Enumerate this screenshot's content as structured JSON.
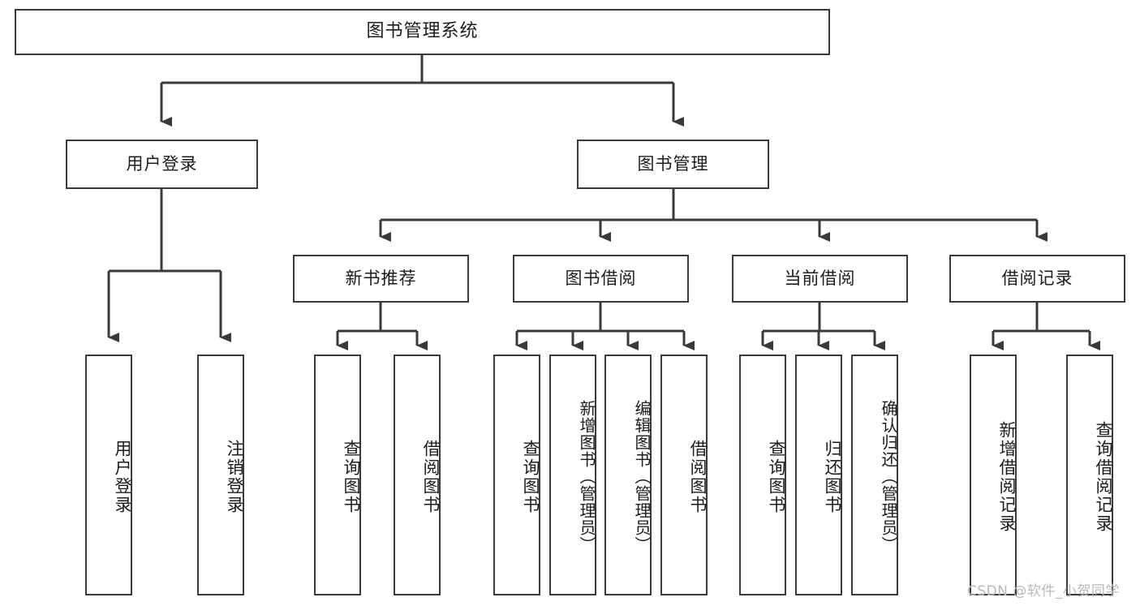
{
  "diagram": {
    "type": "tree-hierarchy-chart",
    "title_node": {
      "id": "root",
      "label": "图书管理系统",
      "orientation": "horizontal"
    },
    "level2": [
      {
        "id": "user-login",
        "label": "用户登录",
        "orientation": "horizontal"
      },
      {
        "id": "book-management",
        "label": "图书管理",
        "orientation": "horizontal"
      }
    ],
    "level3": [
      {
        "id": "new-book-recommend",
        "label": "新书推荐",
        "orientation": "horizontal",
        "parent": "book-management"
      },
      {
        "id": "book-borrow",
        "label": "图书借阅",
        "orientation": "horizontal",
        "parent": "book-management"
      },
      {
        "id": "current-borrow",
        "label": "当前借阅",
        "orientation": "horizontal",
        "parent": "book-management"
      },
      {
        "id": "borrow-record",
        "label": "借阅记录",
        "orientation": "horizontal",
        "parent": "book-management"
      }
    ],
    "leaves": {
      "user_login": [
        {
          "id": "leaf-user-login",
          "label": "用户登录"
        },
        {
          "id": "leaf-logout-login",
          "label": "注销登录"
        }
      ],
      "new_book_recommend": [
        {
          "id": "leaf-query-book-1",
          "label": "查询图书"
        },
        {
          "id": "leaf-borrow-book-1",
          "label": "借阅图书"
        }
      ],
      "book_borrow": [
        {
          "id": "leaf-query-book-2",
          "label": "查询图书"
        },
        {
          "id": "leaf-add-book",
          "label": "新增图书（管理员）"
        },
        {
          "id": "leaf-edit-book",
          "label": "编辑图书（管理员）"
        },
        {
          "id": "leaf-borrow-book-2",
          "label": "借阅图书"
        }
      ],
      "current_borrow": [
        {
          "id": "leaf-query-book-3",
          "label": "查询图书"
        },
        {
          "id": "leaf-return-book",
          "label": "归还图书"
        },
        {
          "id": "leaf-confirm-return",
          "label": "确认归还（管理员）"
        }
      ],
      "borrow_record": [
        {
          "id": "leaf-add-record",
          "label": "新增借阅记录"
        },
        {
          "id": "leaf-query-record",
          "label": "查询借阅记录"
        }
      ]
    }
  },
  "watermark": {
    "text": "CSDN @软件_小贺同学"
  },
  "colors": {
    "stroke": "#3a3a3a",
    "fill": "#ffffff",
    "text": "#1c1c1c",
    "watermark": "#b9b9b9"
  }
}
